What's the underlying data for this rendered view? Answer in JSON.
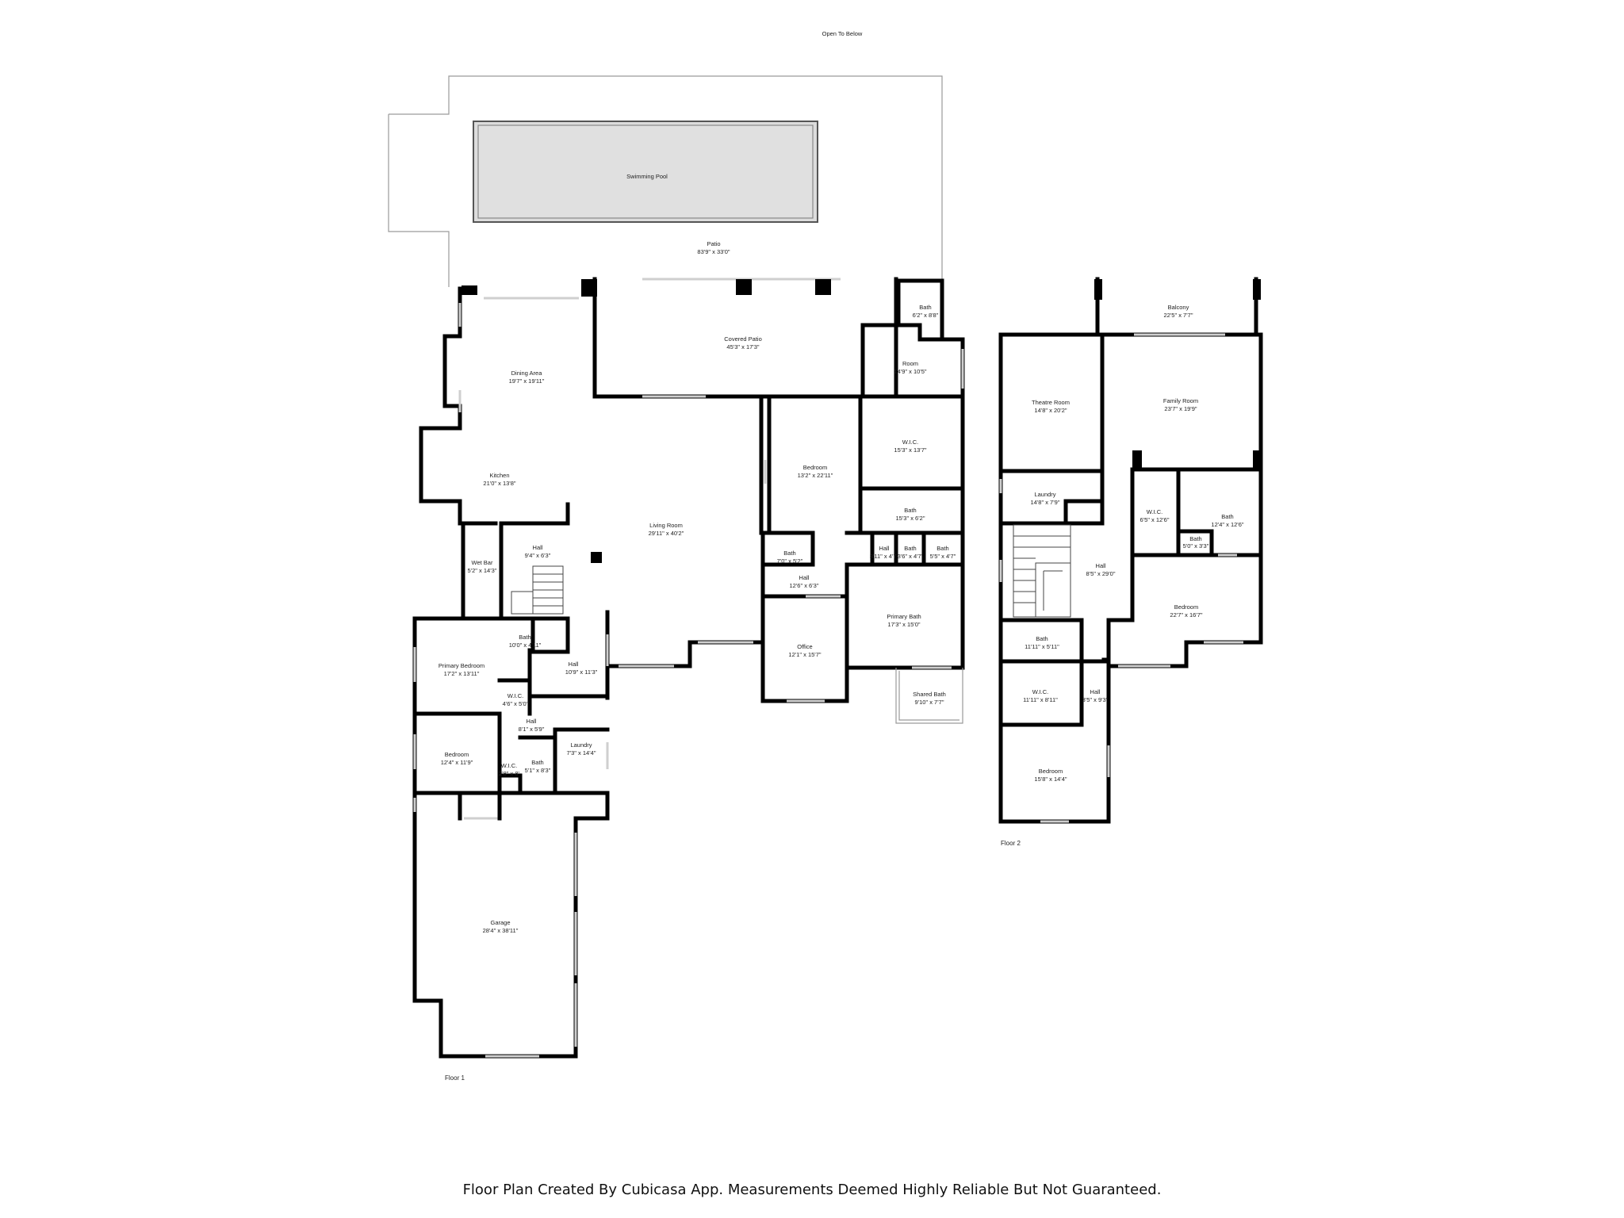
{
  "header_note": "Open To Below",
  "footer_text": "Floor Plan Created By Cubicasa App. Measurements Deemed Highly Reliable But Not Guaranteed.",
  "floor1_label": "Floor 1",
  "floor2_label": "Floor 2",
  "rooms": {
    "swimming_pool": {
      "name": "Swimming Pool",
      "dim": ""
    },
    "patio": {
      "name": "Patio",
      "dim": "83'9\" x 33'0\""
    },
    "covered_patio": {
      "name": "Covered Patio",
      "dim": "45'3\" x 17'3\""
    },
    "bath_patio": {
      "name": "Bath",
      "dim": "6'2\" x 8'8\""
    },
    "room": {
      "name": "Room",
      "dim": "14'9\" x 10'5\""
    },
    "dining_area": {
      "name": "Dining Area",
      "dim": "19'7\" x 19'11\""
    },
    "kitchen": {
      "name": "Kitchen",
      "dim": "21'0\" x 13'8\""
    },
    "living_room": {
      "name": "Living Room",
      "dim": "29'11\" x 40'2\""
    },
    "bedroom_f1_center": {
      "name": "Bedroom",
      "dim": "13'2\" x 22'11\""
    },
    "wic_f1": {
      "name": "W.I.C.",
      "dim": "15'3\" x 13'7\""
    },
    "bath_f1_a": {
      "name": "Bath",
      "dim": "15'3\" x 6'2\""
    },
    "hall_f1_a": {
      "name": "Hall",
      "dim": "9'4\" x 6'3\""
    },
    "wet_bar": {
      "name": "Wet Bar",
      "dim": "5'2\" x 14'3\""
    },
    "bath_f1_b": {
      "name": "Bath",
      "dim": "7'0\" x 5'2\""
    },
    "hall_f1_b": {
      "name": "Hall",
      "dim": "12'6\" x 6'3\""
    },
    "hall_f1_c": {
      "name": "Hall",
      "dim": "3'11\" x 4'7\""
    },
    "bath_f1_c": {
      "name": "Bath",
      "dim": "3'6\" x 4'7\""
    },
    "bath_f1_d": {
      "name": "Bath",
      "dim": "5'5\" x 4'7\""
    },
    "primary_bath": {
      "name": "Primary Bath",
      "dim": "17'3\" x 15'0\""
    },
    "office": {
      "name": "Office",
      "dim": "12'1\" x 15'7\""
    },
    "shared_bath": {
      "name": "Shared Bath",
      "dim": "9'10\" x 7'7\""
    },
    "bath_f1_e": {
      "name": "Bath",
      "dim": "10'0\" x 4'11\""
    },
    "primary_bedroom": {
      "name": "Primary Bedroom",
      "dim": "17'2\" x 13'11\""
    },
    "hall_f1_d": {
      "name": "Hall",
      "dim": "10'9\" x 11'3\""
    },
    "wic_f1_b": {
      "name": "W.I.C.",
      "dim": "4'6\" x 5'0\""
    },
    "hall_f1_e": {
      "name": "Hall",
      "dim": "8'1\" x 5'9\""
    },
    "bedroom_f1_sw": {
      "name": "Bedroom",
      "dim": "12'4\" x 11'9\""
    },
    "wic_f1_c": {
      "name": "W.I.C.",
      "dim": "2'8\" x 8'"
    },
    "bath_f1_f": {
      "name": "Bath",
      "dim": "5'1\" x 8'3\""
    },
    "laundry_f1": {
      "name": "Laundry",
      "dim": "7'3\" x 14'4\""
    },
    "garage": {
      "name": "Garage",
      "dim": "28'4\" x 38'11\""
    },
    "balcony": {
      "name": "Balcony",
      "dim": "22'5\" x 7'7\""
    },
    "theatre_room": {
      "name": "Theatre Room",
      "dim": "14'8\" x 20'2\""
    },
    "family_room": {
      "name": "Family Room",
      "dim": "23'7\" x 19'9\""
    },
    "laundry_f2": {
      "name": "Laundry",
      "dim": "14'8\" x 7'9\""
    },
    "wic_f2_a": {
      "name": "W.I.C.",
      "dim": "6'5\" x 12'6\""
    },
    "bath_f2_a": {
      "name": "Bath",
      "dim": "12'4\" x 12'6\""
    },
    "bath_f2_b": {
      "name": "Bath",
      "dim": "5'0\" x 3'3\""
    },
    "hall_f2": {
      "name": "Hall",
      "dim": "8'5\" x 29'0\""
    },
    "bedroom_f2_e": {
      "name": "Bedroom",
      "dim": "22'7\" x 16'7\""
    },
    "bath_f2_c": {
      "name": "Bath",
      "dim": "11'11\" x 5'11\""
    },
    "wic_f2_b": {
      "name": "W.I.C.",
      "dim": "11'11\" x 8'11\""
    },
    "hall_f2_b": {
      "name": "Hall",
      "dim": "3'5\" x 9'3\""
    },
    "bedroom_f2_s": {
      "name": "Bedroom",
      "dim": "15'8\" x 14'4\""
    }
  }
}
